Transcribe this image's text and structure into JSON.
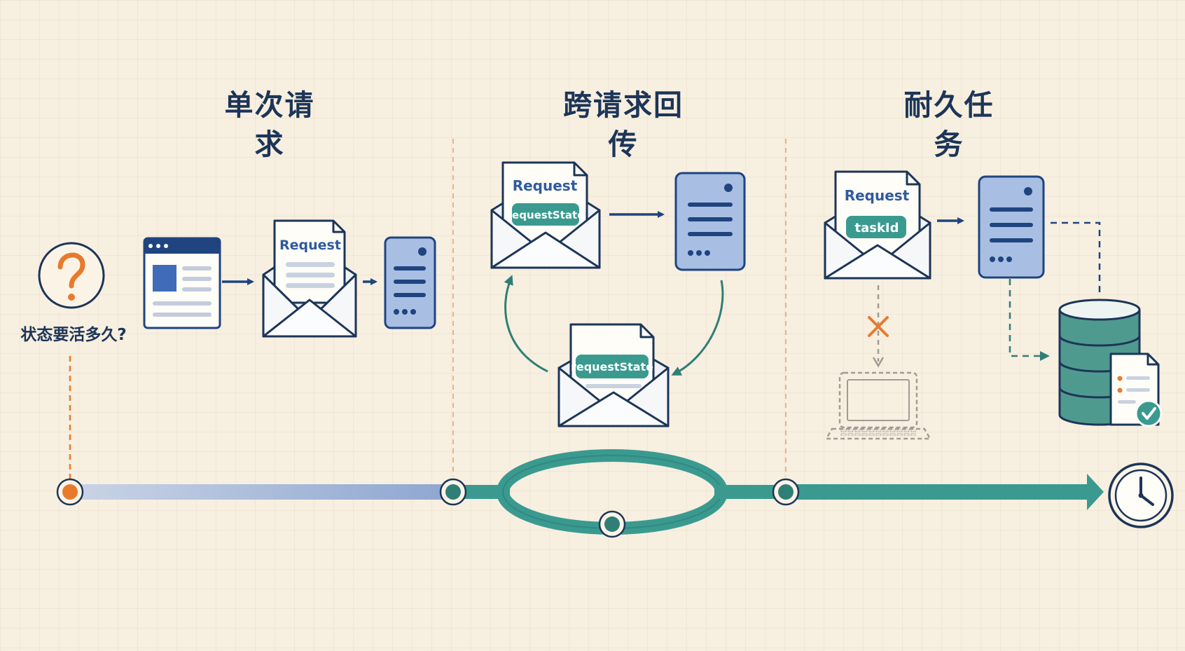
{
  "sections": [
    {
      "title": "单次请求"
    },
    {
      "title": "跨请求回传"
    },
    {
      "title": "耐久任务"
    }
  ],
  "question_label": "状态要活多久?",
  "envelopes": {
    "single": {
      "heading": "Request"
    },
    "roundtrip_top": {
      "heading": "Request",
      "tag": "requestState"
    },
    "roundtrip_bottom": {
      "tag": "requestState"
    },
    "durable": {
      "heading": "Request",
      "tag": "taskId"
    }
  },
  "colors": {
    "navy": "#1c3558",
    "blue": "#2f5aa0",
    "server_fill": "#a8bfe3",
    "teal": "#3a9a90",
    "orange": "#e87a2e",
    "background": "#f7efe0"
  },
  "icons": [
    "question-icon",
    "browser-window-icon",
    "envelope-icon",
    "server-icon",
    "laptop-icon",
    "database-icon",
    "document-check-icon",
    "clock-icon",
    "cross-icon",
    "arrow-icon"
  ]
}
